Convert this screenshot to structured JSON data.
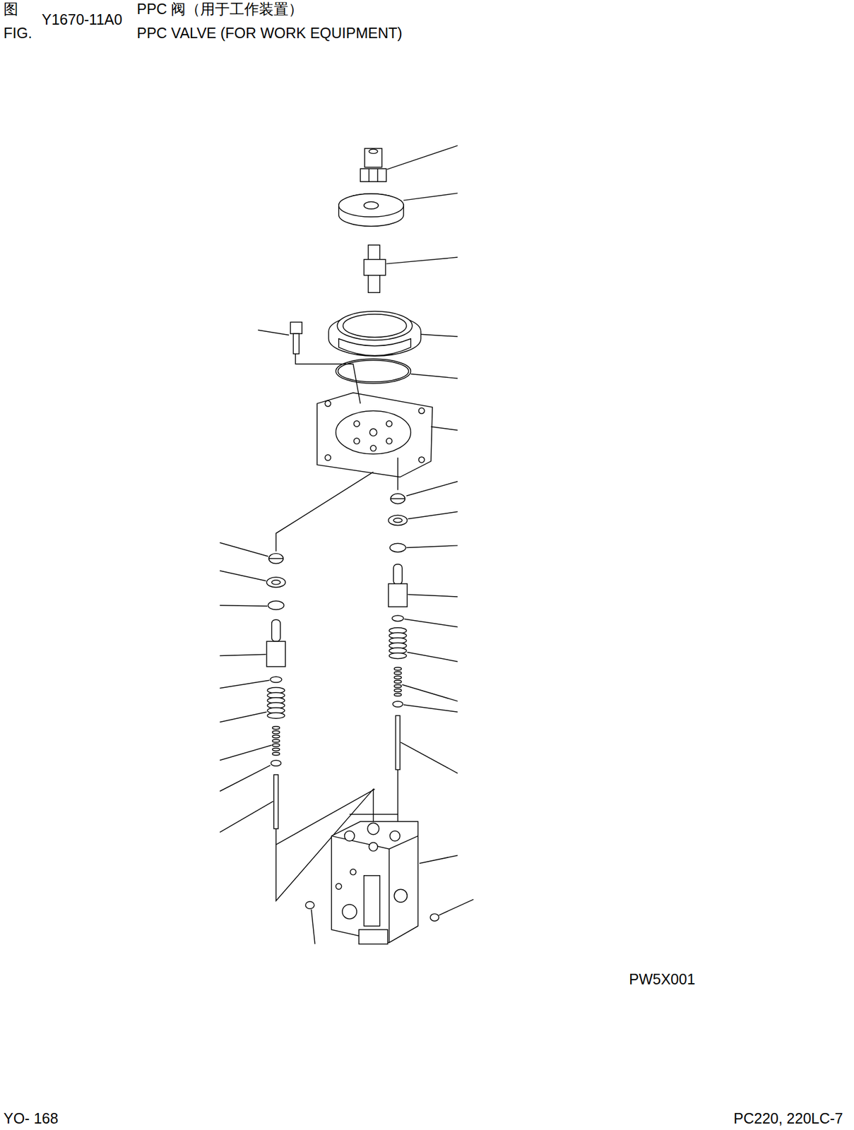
{
  "diagram": {
    "labels": [
      "图",
      "Y1670-11A0",
      "PPC 阀（用于工作装置）",
      "FIG.",
      "PPC VALVE (FOR WORK EQUIPMENT)",
      "PW5X001",
      "YO- 168",
      "PC220, 220LC-7"
    ]
  }
}
